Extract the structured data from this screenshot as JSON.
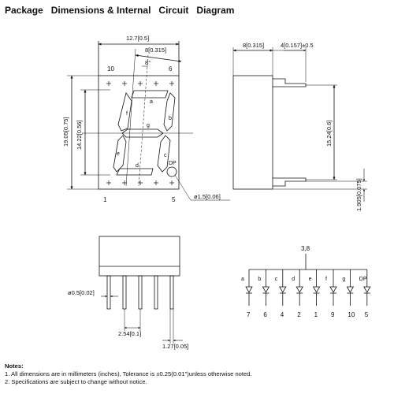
{
  "title": "Package   Dimensions & Internal   Circuit   Diagram",
  "front_view": {
    "width_label": "12.7[0.5]",
    "top_width_label": "8[0.315]",
    "slant_label": "8°",
    "height_label": "19.05[0.75]",
    "digit_height_label": "14.22[0.56]",
    "pin_labels": {
      "top_left": "10",
      "top_right": "6",
      "bottom_left": "1",
      "bottom_right": "5"
    },
    "dp_label": "DP",
    "dp_dia_label": "ø1.5[0.06]",
    "segments": {
      "a": "a",
      "b": "b",
      "c": "c",
      "d": "d",
      "e": "e",
      "f": "f",
      "g": "g"
    }
  },
  "side_view": {
    "depth_label": "8[0.315]",
    "depth_extra_label": "4[0.157]±0.5",
    "pin_spacing_label": "15.24[0.6]",
    "standoff_label": "1.905[0.075]"
  },
  "bottom_view": {
    "pin_dia_label": "ø0.5[0.02]",
    "pitch_label": "2.54[0.1]",
    "pin_len_label": "1.27[0.05]"
  },
  "circuit": {
    "common_label": "3,8",
    "segments": [
      "a",
      "b",
      "c",
      "d",
      "e",
      "f",
      "g",
      "DP"
    ],
    "pins": [
      "7",
      "6",
      "4",
      "2",
      "1",
      "9",
      "10",
      "5"
    ]
  },
  "notes": {
    "heading": "Notes:",
    "line1": "1. All dimensions are in millimeters (inches), Tolerance is ±0.25(0.01\")unless otherwise noted.",
    "line2": "2. Specifications are subject to change without notice."
  }
}
